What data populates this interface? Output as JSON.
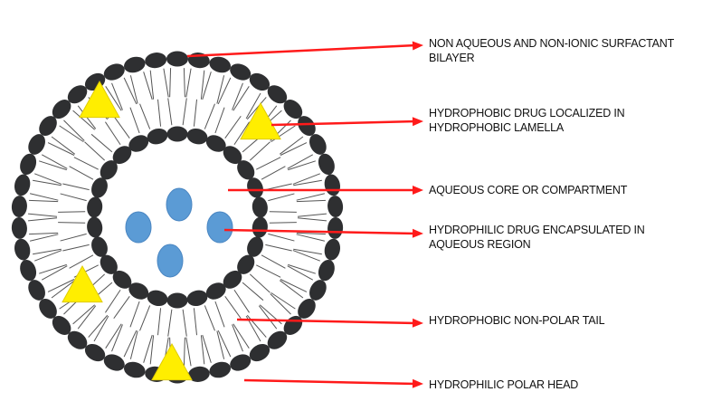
{
  "colors": {
    "head": "#2e2f31",
    "tail": "#555555",
    "arrow": "#ff1a1a",
    "hydrophobic_drug": "#ffee00",
    "hydrophilic_drug": "#5b9bd5"
  },
  "icons": {
    "polar_head": "dark-ellipse",
    "hydrophobic_drug": "yellow-triangle",
    "hydrophilic_drug": "blue-ellipse",
    "pointer": "red-arrow"
  },
  "labels": [
    {
      "line1": "NON AQUEOUS AND  NON-IONIC SURFACTANT",
      "line2": "BILAYER"
    },
    {
      "line1": "HYDROPHOBIC DRUG LOCALIZED IN",
      "line2": "HYDROPHOBIC LAMELLA"
    },
    {
      "line1": "AQUEOUS CORE OR COMPARTMENT",
      "line2": ""
    },
    {
      "line1": "HYDROPHILIC DRUG ENCAPSULATED IN",
      "line2": "AQUEOUS REGION"
    },
    {
      "line1": "HYDROPHOBIC NON-POLAR TAIL",
      "line2": ""
    },
    {
      "line1": "HYDROPHILIC POLAR HEAD",
      "line2": ""
    }
  ]
}
